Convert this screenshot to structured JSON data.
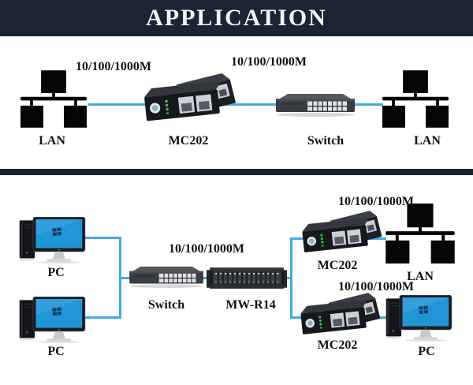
{
  "header": {
    "title": "APPLICATION"
  },
  "colors": {
    "banner": "#1c2433",
    "divider": "#1c2433",
    "connector_line": "#41aadf",
    "label_text": "#121212",
    "pc_screen_blue": "#2196d6",
    "device_body_dark": "#17181d"
  },
  "top": {
    "speed1": "10/100/1000M",
    "speed2": "10/100/1000M",
    "lan_left": "LAN",
    "converter": "MC202",
    "switch": "Switch",
    "lan_right": "LAN"
  },
  "bottom": {
    "pc1": "PC",
    "pc2": "PC",
    "switch": "Switch",
    "chassis": "MW-R14",
    "speed_switch": "10/100/1000M",
    "speed_top": "10/100/1000M",
    "speed_bottom": "10/100/1000M",
    "converter_top": "MC202",
    "lan": "LAN",
    "converter_bottom": "MC202",
    "pc3": "PC"
  }
}
